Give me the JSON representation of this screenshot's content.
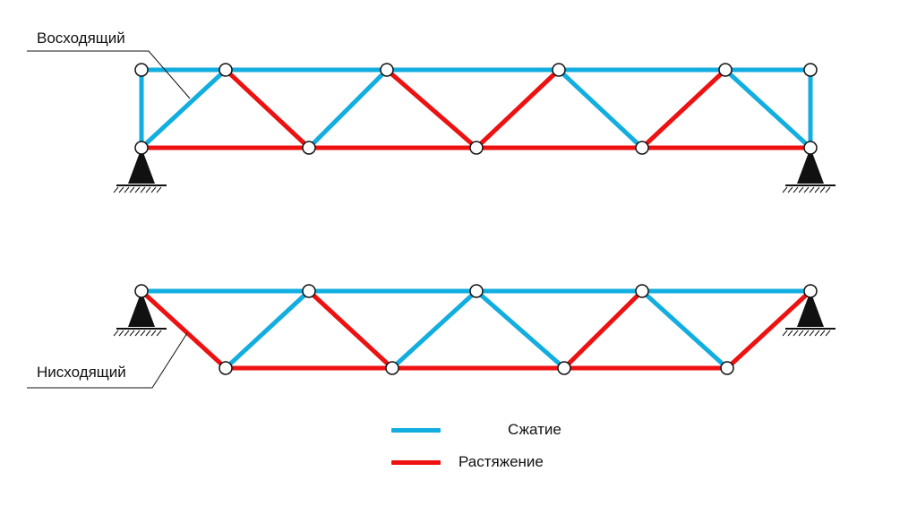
{
  "labels": {
    "ascending": "Восходящий",
    "descending": "Нисходящий"
  },
  "legend": {
    "compression": {
      "text": "Сжатие",
      "color": "#12aee0"
    },
    "tension": {
      "text": "Растяжение",
      "color": "#ee1111"
    }
  },
  "colors": {
    "compression": "#12aee0",
    "tension": "#ee1111",
    "node_fill": "#ffffff",
    "node_stroke": "#111111",
    "support": "#111111"
  }
}
